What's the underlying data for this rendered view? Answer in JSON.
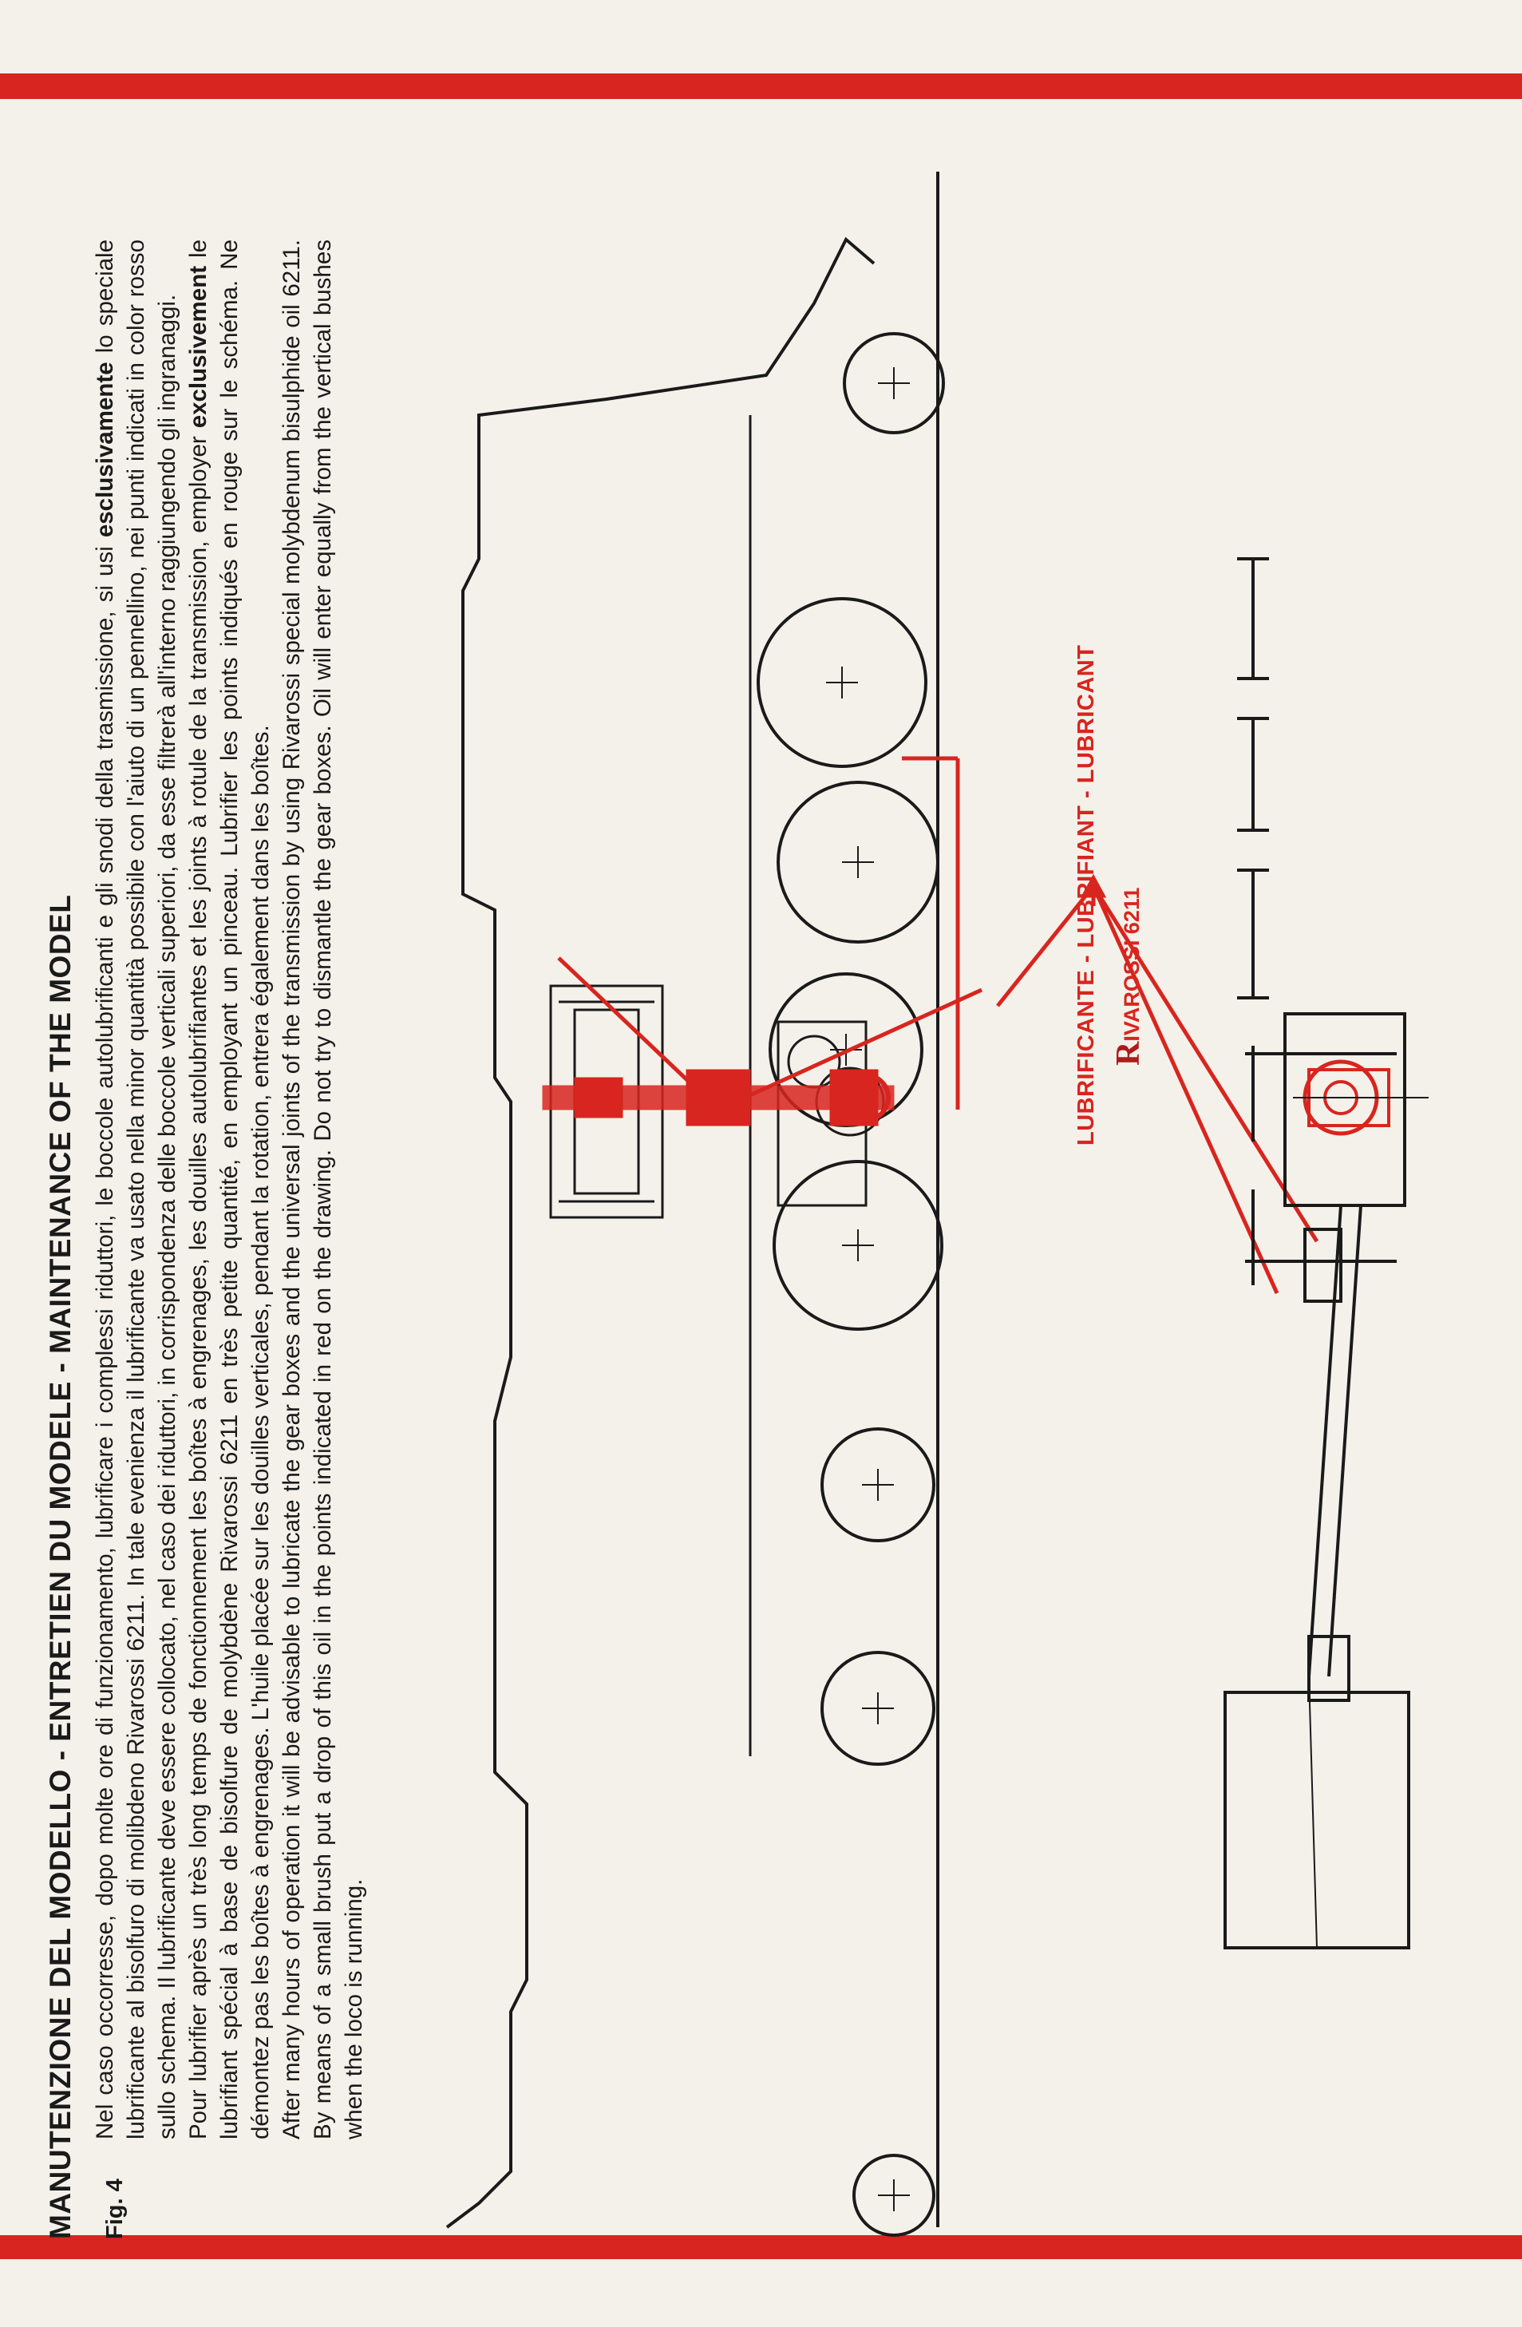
{
  "heading": "MANUTENZIONE DEL MODELLO - ENTRETIEN DU MODELE - MAINTENANCE OF THE MODEL",
  "figure_label": "Fig. 4",
  "paragraphs": {
    "italian_bold": "esclusivamente",
    "italian_before": "Nel caso occorresse, dopo molte ore di funzionamento, lubrificare i complessi riduttori, le boccole autolubrificanti e gli snodi della trasmissione, si usi ",
    "italian_after": " lo speciale lubrificante al bisolfuro di molibdeno Rivarossi 6211. In tale evenienza il lubrificante va usato nella minor quantità possibile con l'aiuto di un pennellino, nei punti indicati in color rosso sullo schema. Il lubrificante deve essere collocato, nel caso dei riduttori, in corrispondenza delle boccole verticali superiori, da esse filtrerà all'interno raggiungendo gli ingranaggi.",
    "french_before": "Pour lubrifier après un très long temps de fonctionnement les boîtes à engrenages, les douilles autolubrifiantes et les joints à rotule de la transmission, employer ",
    "french_bold": "exclusivement",
    "french_after": " le lubrifiant spécial à base de bisolfure de molybdène Rivarossi 6211 en très petite quantité, en employant un pinceau. Lubrifier les points indiqués en rouge sur le schéma. Ne démontez pas les boîtes à engrenages. L'huile placée sur les douilles verticales, pendant la rotation, entrera également dans les boîtes.",
    "english": "After many hours of operation it will be advisable to lubricate the gear boxes and the universal joints of the transmission by using Rivarossi special molybdenum bisulphide oil 6211. By means of a small brush put a drop of this oil in the points indicated in red on the drawing. Do not try to dismantle the gear boxes. Oil will enter equally from the vertical bushes when the loco is running."
  },
  "lubricant_label": "LUBRIFICANTE - LUBRIFIANT - LUBRICANT",
  "brand": {
    "logo_letter": "R",
    "name": "IVAROSSI 6211"
  },
  "colors": {
    "accent_red": "#d8251f",
    "paper": "#f4f1ea",
    "ink": "#1a1a1a"
  }
}
